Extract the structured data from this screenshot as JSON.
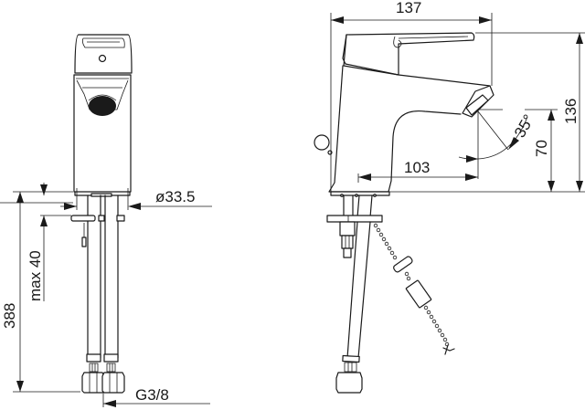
{
  "drawing": {
    "title": "Basin mixer dimensional drawing",
    "views": [
      "front",
      "side"
    ],
    "colors": {
      "line": "#1a1a1a",
      "background": "#ffffff"
    }
  },
  "dimensions": {
    "front": {
      "diameter": "ø33.5",
      "max_thickness": "max 40",
      "hose_length": "388",
      "connection": "G3/8"
    },
    "side": {
      "overall_length": "137",
      "overall_height": "136",
      "spout_height": "70",
      "spout_reach": "103",
      "spout_angle": "35°"
    }
  }
}
